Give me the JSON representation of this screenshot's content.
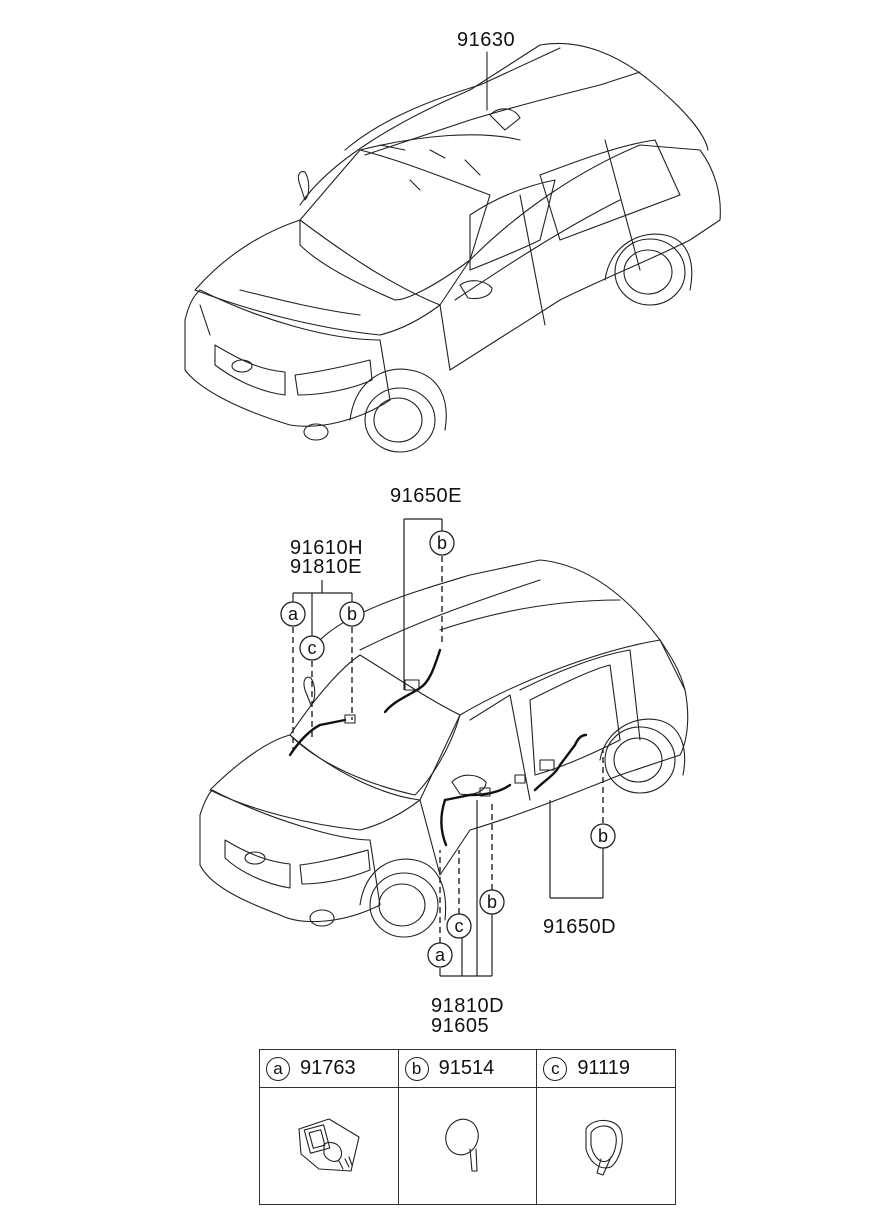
{
  "diagram": {
    "top_car": {
      "part_label": "91630"
    },
    "bottom_car": {
      "roof_label": "91650E",
      "front_labels": [
        "91610H",
        "91810E"
      ],
      "rear_door_label": "91650D",
      "lower_labels": [
        "91810D",
        "91605"
      ],
      "callout_letters": [
        "a",
        "b",
        "c"
      ]
    },
    "parts_table": [
      {
        "letter": "a",
        "part_number": "91763",
        "icon": "connector-clip-icon"
      },
      {
        "letter": "b",
        "part_number": "91514",
        "icon": "round-grommet-icon"
      },
      {
        "letter": "c",
        "part_number": "91119",
        "icon": "oval-grommet-icon"
      }
    ]
  }
}
